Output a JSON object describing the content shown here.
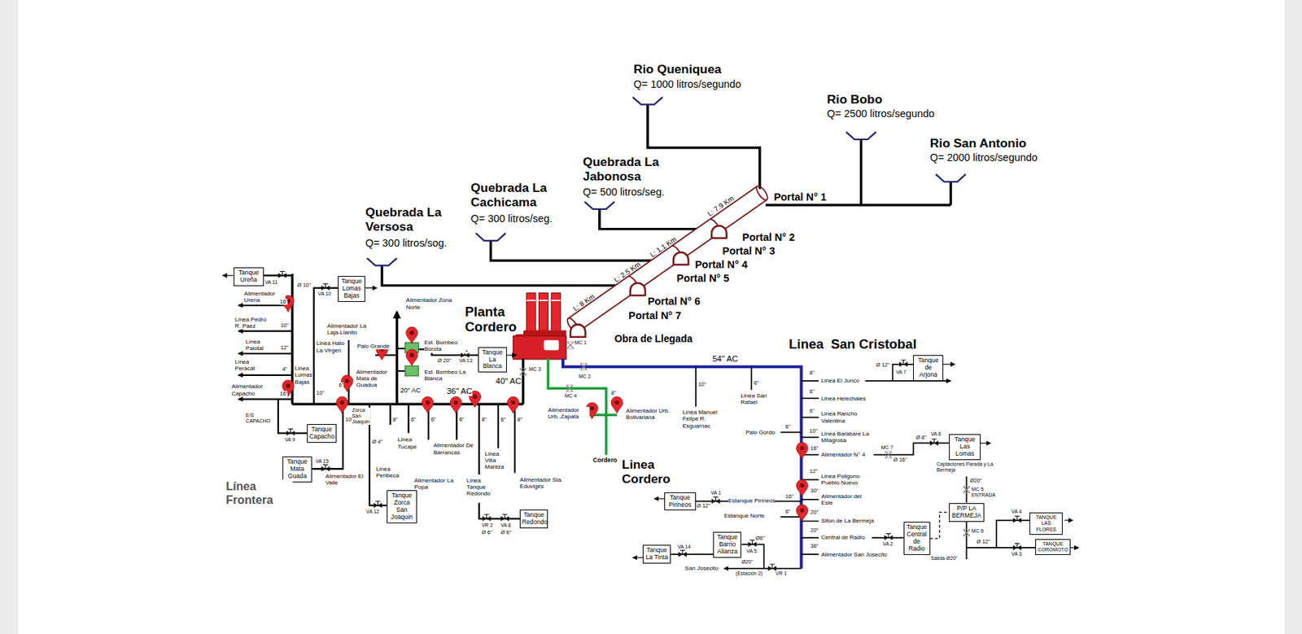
{
  "diagram": {
    "nodes": [
      {
        "text": [
          "Tanque Ureña"
        ]
      },
      {
        "text": [
          "Tanque Lomas Bajas"
        ]
      },
      {
        "text": [
          "Tanque La Blanca"
        ]
      },
      {
        "text": [
          "Tanque Capacho"
        ]
      },
      {
        "text": [
          "Tanque Mata Guada"
        ]
      },
      {
        "text": [
          "Tanque Zorca San Joaquin"
        ]
      },
      {
        "text": [
          "Tanque Redondo"
        ]
      },
      {
        "text": [
          "Tanque de Arjona"
        ]
      },
      {
        "text": [
          "Tanque Las Lomas"
        ]
      },
      {
        "text": [
          "Tanque Pirineos"
        ]
      },
      {
        "text": [
          "Tanque Barrio Alianza"
        ]
      },
      {
        "text": [
          "Tanque La Tinta"
        ]
      },
      {
        "text": [
          "Tanque Central de Radio"
        ]
      },
      {
        "text": [
          "P/P LA BERMEJA"
        ]
      },
      {
        "text": [
          "TANQUE LAS FLORES"
        ]
      },
      {
        "text": [
          "TANQUE COROMOTO"
        ]
      }
    ],
    "edges": [
      {
        "from": 12,
        "to": 13,
        "arrow": "none"
      }
    ],
    "labels": [
      "Rio Queniquea",
      "Q= 1000 litros/segundo",
      "Rio Bobo",
      "Q= 2500 litros/segundo",
      "Rio San Antonio",
      "Q= 2000 litros/segundo",
      "Quebrada La Jabonosa",
      "Q= 500 litros/seg.",
      "Quebrada La Cachicama",
      "Q= 300 litros/seg.",
      "Quebrada La Versosa",
      "Q= 300 litros/sog.",
      "Portal N° 1",
      "Portal N° 2",
      "Portal N° 3",
      "Portal N° 4",
      "Portal N° 5",
      "Portal N° 6",
      "Portal N° 7",
      "L: 7.9 Km",
      "L: 1.1 Km",
      "L: 2.5 Km",
      "L: 8 Km",
      "Obra de Llegada",
      "Planta Cordero",
      "MC 1",
      "Linea  San Cristobal",
      "54\" AC",
      "MC 3",
      "MC 2",
      "40\" AC",
      "36\" AC",
      "MC 4",
      "20\" AC",
      "Alimentador Zona Norte",
      "Est. Bombeo Borota",
      "Ø 20\"",
      "VA 13",
      "Est. Bombeo La Blanca",
      "Palo Grande",
      "Alimentador La Laja-Llanito",
      "Linea Hato La Virgen",
      "Alimentador Mata de Guadua",
      "Linea Lomas Bajas",
      "Alimentador Urena",
      "Linea Pedro R. Paez",
      "Linea Palotal",
      "Linea Peracal",
      "Alimentador Capacho",
      "16\"",
      "10\"",
      "12\"",
      "4\"",
      "16\"",
      "6\"",
      "10\"",
      "10\"",
      "8\"",
      "6\"",
      "6\"",
      "6\"",
      "8\"",
      "6\"",
      "8\"",
      "Ø 10\"",
      "VA 10",
      "VA 11",
      "Zorca San Joaquin",
      "Ø 4\"",
      "Linea Peribeca",
      "Linea Tucape",
      "Alimentador De Barrancas",
      "Alimentador La Popa",
      "Linea Villa Maritza",
      "Linea Tanque Redondo",
      "Alimentador Sta. Eduviges",
      "VR 2",
      "Ø 6\"",
      "VA 8",
      "Ø 6\"",
      "VA 12",
      "E/S CAPACHO",
      "VA 9",
      "VA 15",
      "Alimentador El Valle",
      "Línea Frontera",
      "Alimentador Urb. Zapata",
      "Alimentador Urb. Bolivariana",
      "8\"",
      "Cordero",
      "Linea Cordero",
      "10\"",
      "6\"",
      "Linea Manuel Felipe R. Esguarnac",
      "Linea San Rafael",
      "8\"",
      "Linea El Junco",
      "Ø 12\"",
      "VA 7",
      "6\"",
      "Linea Helechales",
      "6\"",
      "Linea Rancho Valentina",
      "10\"",
      "Linea Barabare La Milagrosa",
      "6\"",
      "Palo Gordo",
      "16\"",
      "Alimentador N° 4",
      "MC 7",
      "Ø 16\"",
      "Ø 8\"",
      "VA 6",
      "12\"",
      "Linea Poligono Pueblo Nuevo",
      "30\"",
      "Alimentador del Este",
      "16\"",
      "Estanque Pirineos",
      "Ø 12\"",
      "VA 1",
      "20\"",
      "6\"",
      "Estanque Norte",
      "Sifon de La Bermeja",
      "20\"",
      "Central de Radio",
      "36\"",
      "Alimentador San Josecito",
      "VA 2",
      "Captaciones Parada y La Bermeja",
      "Ø20\"",
      "MC 5 ENTRADA",
      "MC 6",
      "Salida Ø20\"",
      "VA 4",
      "Ø 12\"",
      "VA 3",
      "VA 5",
      "Ø6\"",
      "VA 14",
      "San Josecito",
      "Ø20\"",
      "(Estación 2)",
      "VR 1"
    ]
  }
}
